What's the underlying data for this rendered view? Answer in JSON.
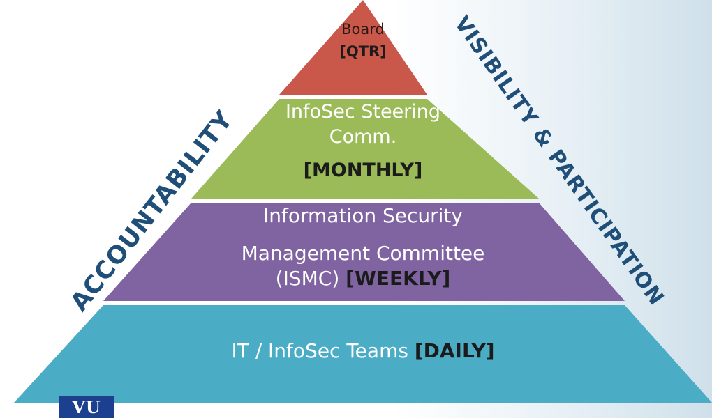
{
  "colors": {
    "top": "#c9574a",
    "second": "#9bbb59",
    "third": "#8064a2",
    "bottom": "#4bacc6",
    "side_label": "#1f4e79",
    "divider": "#f2f2f2"
  },
  "pyramid": {
    "tier1": {
      "line1": "Board",
      "freq": "[QTR]"
    },
    "tier2": {
      "line1": "InfoSec Steering",
      "line2": "Comm.",
      "freq": "[MONTHLY]"
    },
    "tier3": {
      "line1": "Information Security",
      "line2": "Management Committee",
      "line3": "(ISMC)",
      "freq": "[WEEKLY]"
    },
    "tier4": {
      "line1": "IT / InfoSec Teams",
      "freq": "[DAILY]"
    }
  },
  "left_label": "ACCOUNTABILITY",
  "right_label": "VISIBILITY & PARTICIPATION",
  "logo_text": "VU"
}
